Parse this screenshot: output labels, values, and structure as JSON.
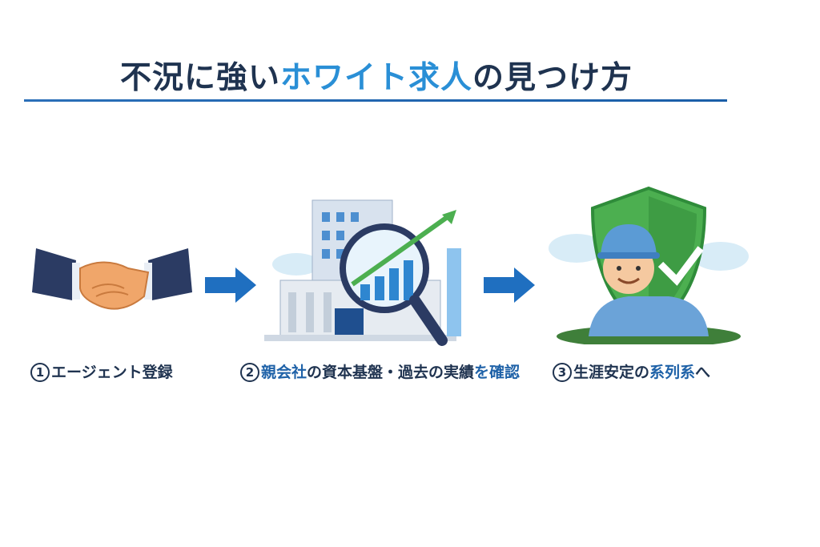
{
  "title": {
    "part1": "不況に強い",
    "highlight": "ホワイト求人",
    "part2": "の見つけ方"
  },
  "steps": [
    {
      "num": "1",
      "segments": [
        {
          "text": "エージェント登録",
          "blue": false
        }
      ]
    },
    {
      "num": "2",
      "segments": [
        {
          "text": "親会社",
          "blue": true
        },
        {
          "text": "の資本基盤・過去の実績",
          "blue": false
        },
        {
          "text": "を確認",
          "blue": true
        }
      ]
    },
    {
      "num": "3",
      "segments": [
        {
          "text": "生涯安定の",
          "blue": false
        },
        {
          "text": "系列系",
          "blue": true
        },
        {
          "text": "へ",
          "blue": false
        }
      ]
    }
  ],
  "colors": {
    "title": "#1f3350",
    "accent": "#2a8fd6",
    "arrow": "#1f6fc0",
    "shield": "#4caf50"
  }
}
